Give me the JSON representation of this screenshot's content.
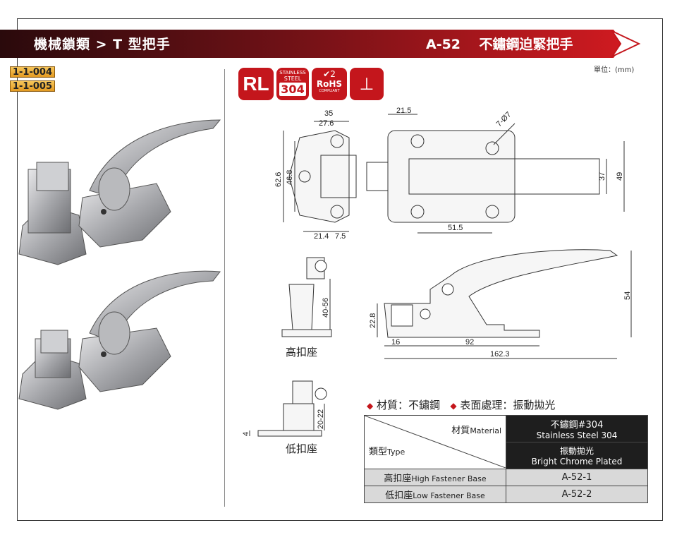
{
  "header": {
    "category": "機械鎖類 > T 型把手",
    "product_code": "A-52",
    "product_name": "不鏽鋼迫緊把手",
    "unit": "單位：(mm)"
  },
  "codes": [
    "1-1-004",
    "1-1-005"
  ],
  "badges": {
    "rl": "RL",
    "stainless_top": "STAINLESS",
    "stainless_mid": "STEEL",
    "stainless_grade": "304",
    "rohs": "RoHS",
    "rohs_small": "COMPLIANT",
    "rohs_check_num": "2"
  },
  "dimensions": {
    "top_width": "35",
    "top_inner": "27.6",
    "top_right": "21.5",
    "hole": "7-Ø7",
    "height_outer": "62.6",
    "height_inner": "46.8",
    "bottom_a": "21.4",
    "bottom_b": "7.5",
    "slot_len": "51.5",
    "right_h1": "37",
    "right_h2": "49",
    "side_h": "40-56",
    "handle_h": "54",
    "base_h": "22.8",
    "base_a": "16",
    "base_b": "92",
    "total_len": "162.3",
    "low_h": "20-22",
    "low_t": "4"
  },
  "labels": {
    "high_base": "高扣座",
    "low_base": "低扣座"
  },
  "material_line": {
    "material": "材質：不鏽鋼",
    "finish": "表面處理：振動拋光"
  },
  "spec_table": {
    "header_material_cn": "材質",
    "header_material_en": "Material",
    "header_type_cn": "類型",
    "header_type_en": "Type",
    "material_cn": "不鏽鋼#304",
    "material_en": "Stainless Steel 304",
    "finish_cn": "振動拋光",
    "finish_en": "Bright Chrome Plated",
    "rows": [
      {
        "type_cn": "高扣座",
        "type_en": "High Fastener Base",
        "code": "A-52-1"
      },
      {
        "type_cn": "低扣座",
        "type_en": "Low Fastener Base",
        "code": "A-52-2"
      }
    ]
  },
  "colors": {
    "banner_dark": "#3a0f12",
    "banner_red": "#c4161c",
    "tag_orange": "#f0a830"
  }
}
